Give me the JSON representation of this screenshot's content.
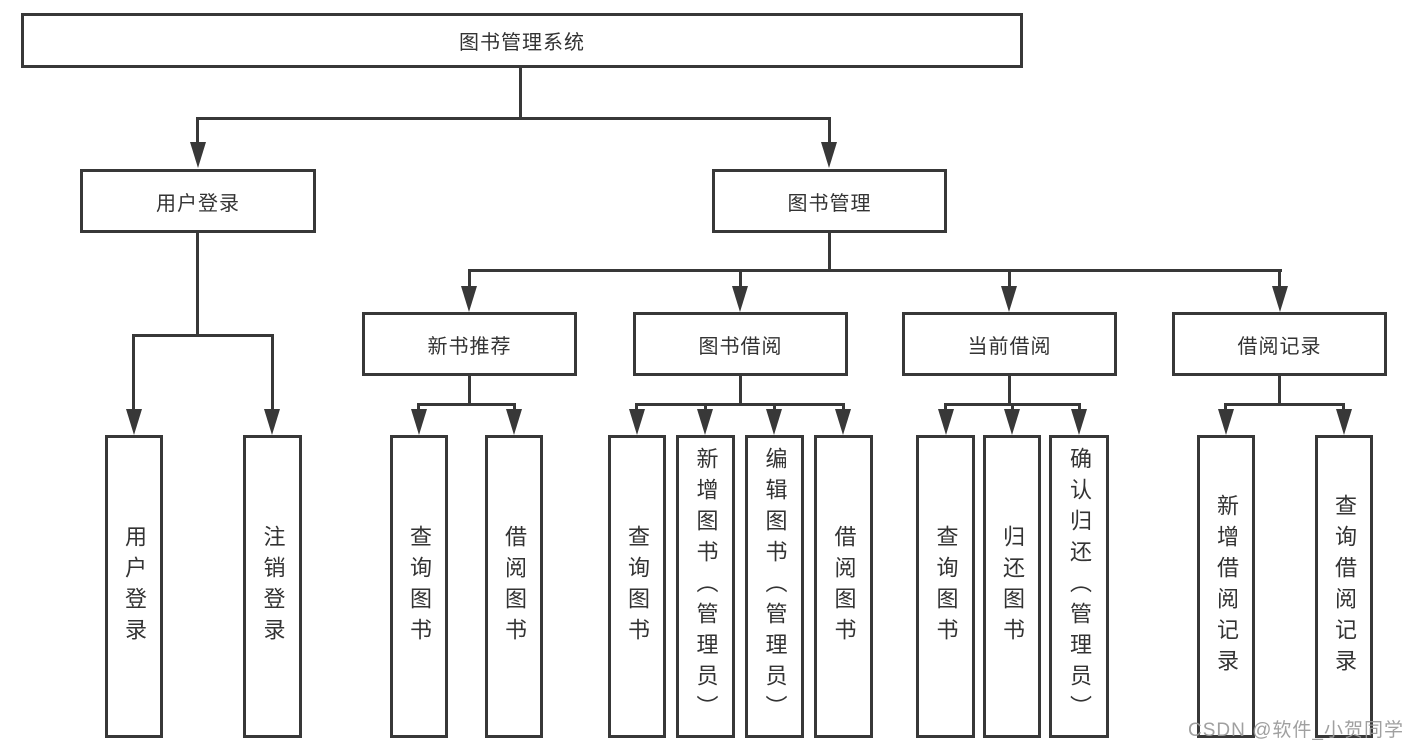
{
  "tree": {
    "title": "图书管理系统",
    "level2": [
      "用户登录",
      "图书管理"
    ],
    "level3": [
      "新书推荐",
      "图书借阅",
      "当前借阅",
      "借阅记录"
    ],
    "leaves": {
      "login": [
        "用户登录",
        "注销登录"
      ],
      "new_books": [
        "查询图书",
        "借阅图书"
      ],
      "borrow": [
        "查询图书",
        "新增图书（管理员）",
        "编辑图书（管理员）",
        "借阅图书"
      ],
      "current": [
        "查询图书",
        "归还图书",
        "确认归还（管理员）"
      ],
      "records": [
        "新增借阅记录",
        "查询借阅记录"
      ]
    }
  },
  "watermark": "CSDN @软件_小贺同学",
  "colors": {
    "line": "#383838",
    "text": "#333333",
    "background": "#ffffff",
    "watermark": "#989898"
  }
}
